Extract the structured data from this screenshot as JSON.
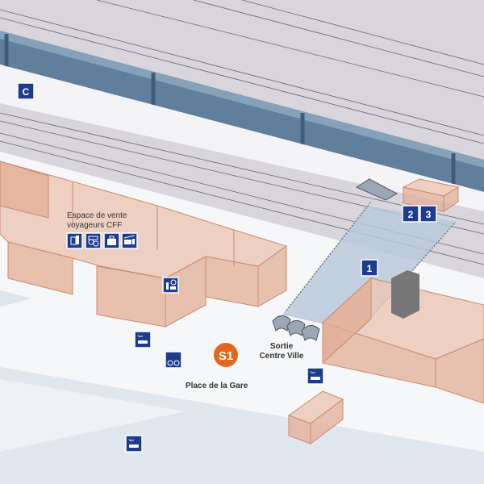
{
  "map": {
    "labels": {
      "sales_area": [
        "Espace de vente",
        "voyageurs CFF"
      ],
      "square": "Place de la Gare",
      "exit": [
        "Sortie",
        "Centre Ville"
      ]
    },
    "line_badge": {
      "label": "S1",
      "color": "#e2661c"
    },
    "platform_markers": [
      "C",
      "2",
      "3",
      "1"
    ],
    "icon_labels": {
      "taxi": "Taxi"
    },
    "icons": [
      "ticket-machine-icon",
      "currency-exchange-icon",
      "luggage-icon",
      "travel-shop-icon",
      "waiting-room-icon",
      "taxi-icon",
      "bike-parking-icon"
    ],
    "colors": {
      "icon_blue": "#1e3c8c",
      "building": "#e3ad95",
      "canopy": "#5f7f9c",
      "tracks": "#d8d5dc",
      "passage": "#b9c9db"
    }
  }
}
